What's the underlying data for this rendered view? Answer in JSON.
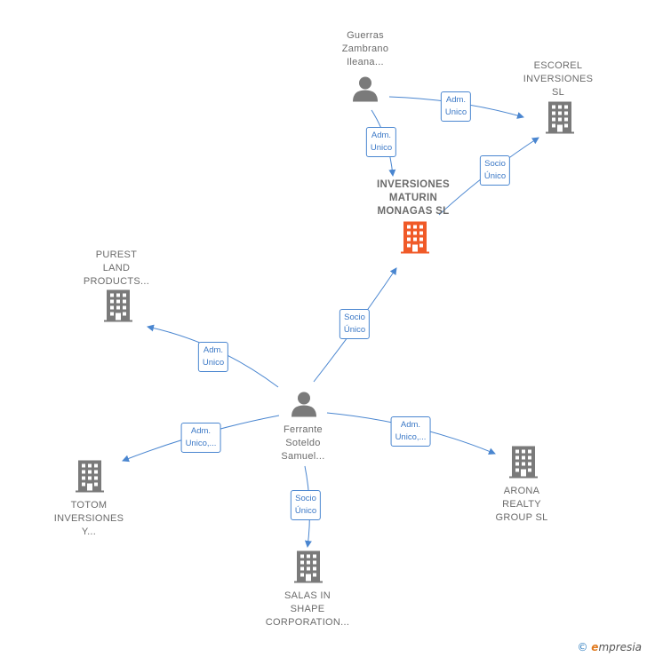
{
  "colors": {
    "edge": "#4a86d0",
    "company": "#7a7a7a",
    "main_company": "#f05a28",
    "person": "#7a7a7a"
  },
  "nodes": {
    "guerras": {
      "lines": [
        "Guerras",
        "Zambrano",
        "Ileana..."
      ],
      "type": "person"
    },
    "escorel": {
      "lines": [
        "ESCOREL",
        "INVERSIONES",
        "SL"
      ],
      "type": "company"
    },
    "maturin": {
      "lines": [
        "INVERSIONES",
        "MATURIN",
        "MONAGAS  SL"
      ],
      "type": "main-company"
    },
    "purest": {
      "lines": [
        "PUREST",
        "LAND",
        "PRODUCTS..."
      ],
      "type": "company"
    },
    "ferrante": {
      "lines": [
        "Ferrante",
        "Soteldo",
        "Samuel..."
      ],
      "type": "person"
    },
    "totom": {
      "lines": [
        "TOTOM",
        "INVERSIONES",
        "Y..."
      ],
      "type": "company"
    },
    "arona": {
      "lines": [
        "ARONA",
        "REALTY",
        "GROUP  SL"
      ],
      "type": "company"
    },
    "salas": {
      "lines": [
        "SALAS IN",
        "SHAPE",
        "CORPORATION..."
      ],
      "type": "company"
    }
  },
  "edges": {
    "guerras_escorel": [
      "Adm.",
      "Unico"
    ],
    "guerras_maturin": [
      "Adm.",
      "Unico"
    ],
    "maturin_escorel": [
      "Socio",
      "Único"
    ],
    "ferrante_maturin": [
      "Socio",
      "Único"
    ],
    "ferrante_purest": [
      "Adm.",
      "Unico"
    ],
    "ferrante_totom": [
      "Adm.",
      "Unico,..."
    ],
    "ferrante_arona": [
      "Adm.",
      "Unico,..."
    ],
    "ferrante_salas": [
      "Socio",
      "Único"
    ]
  },
  "footer": {
    "copyright": "©",
    "brand_e": "e",
    "brand_rest": "mpresia"
  }
}
